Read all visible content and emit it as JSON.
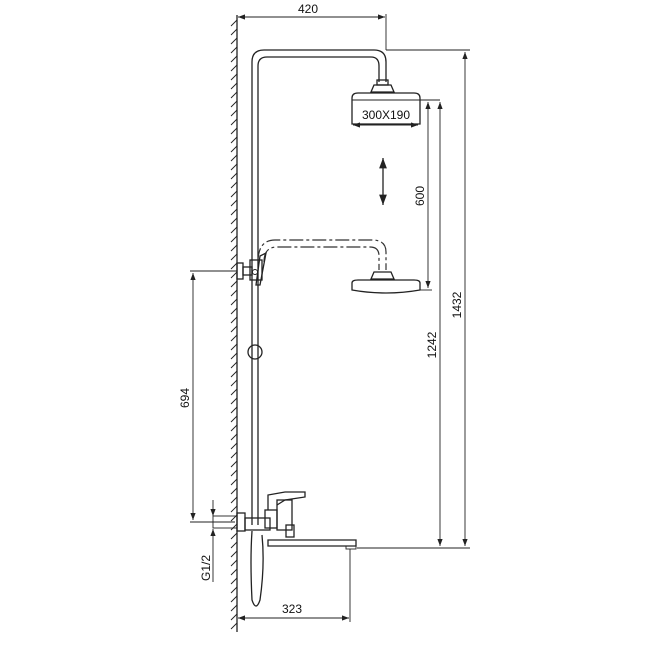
{
  "drawing": {
    "dimensions": {
      "arm_reach": "420",
      "head_size": "300X190",
      "height_adjust": "600",
      "head_height_low": "1242",
      "head_height_high": "1432",
      "holder_height": "694",
      "inlet_thread": "G1/2",
      "spout_reach": "323"
    }
  }
}
